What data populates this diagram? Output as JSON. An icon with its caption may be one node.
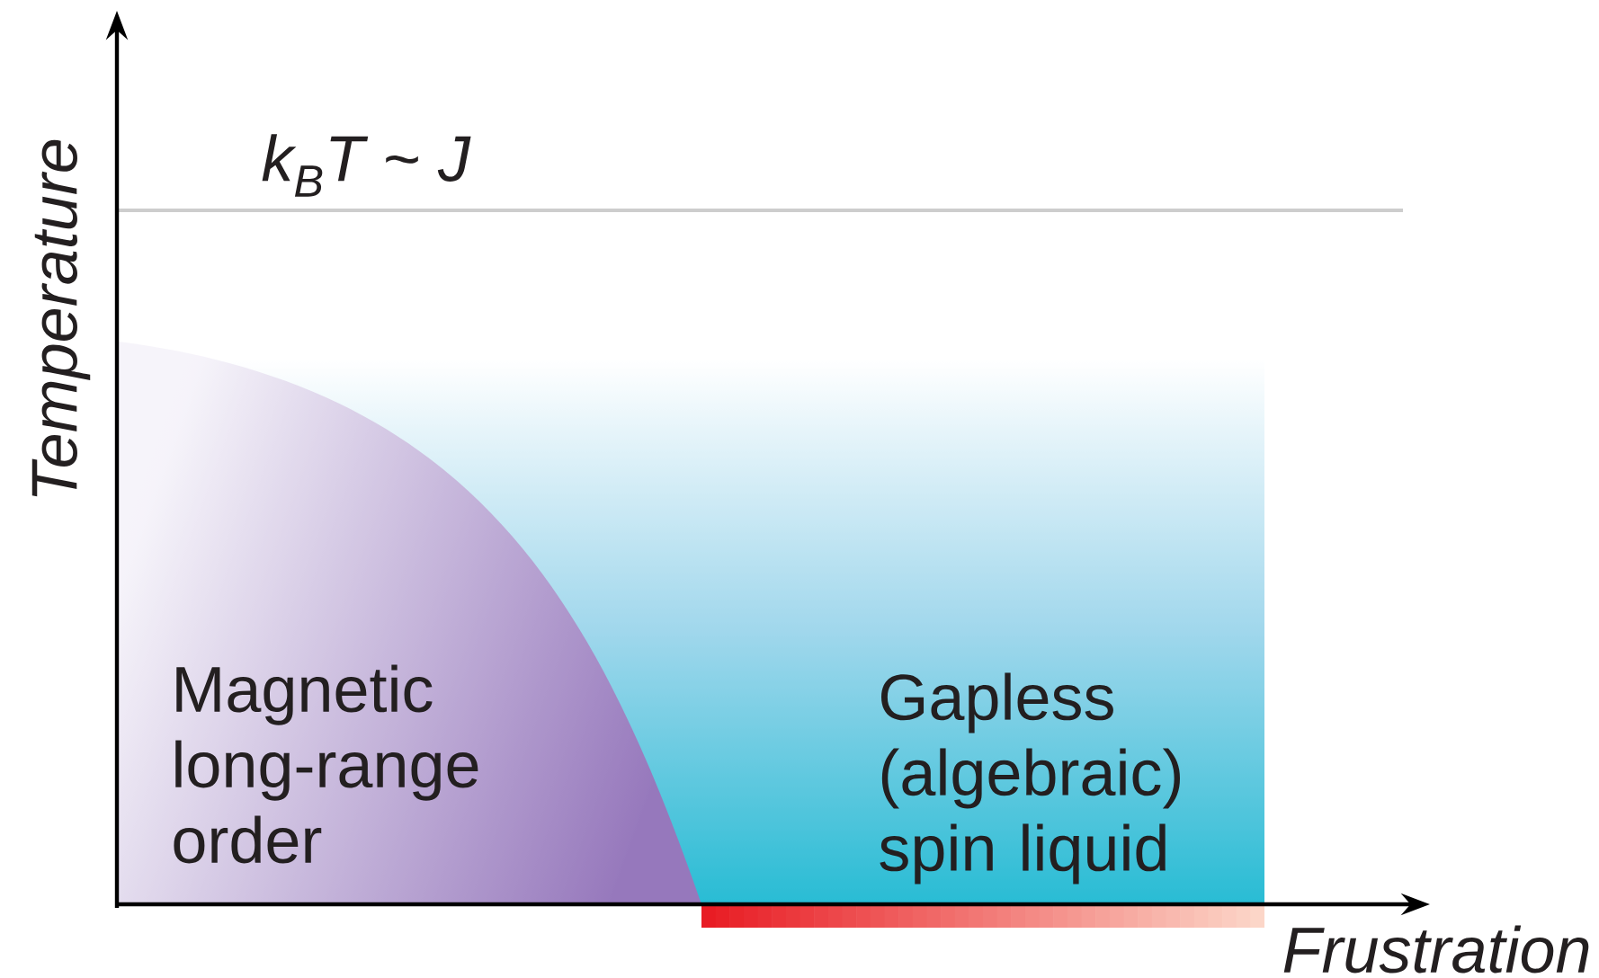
{
  "diagram": {
    "nodes": [
      {
        "text": [
          "Magnetic long-range order"
        ]
      },
      {
        "text": [
          "Gapless (algebraic) spin liquid"
        ]
      }
    ],
    "labels": [
      "k$_{B}$T ~ J",
      "Temperature",
      "Frustration"
    ]
  }
}
